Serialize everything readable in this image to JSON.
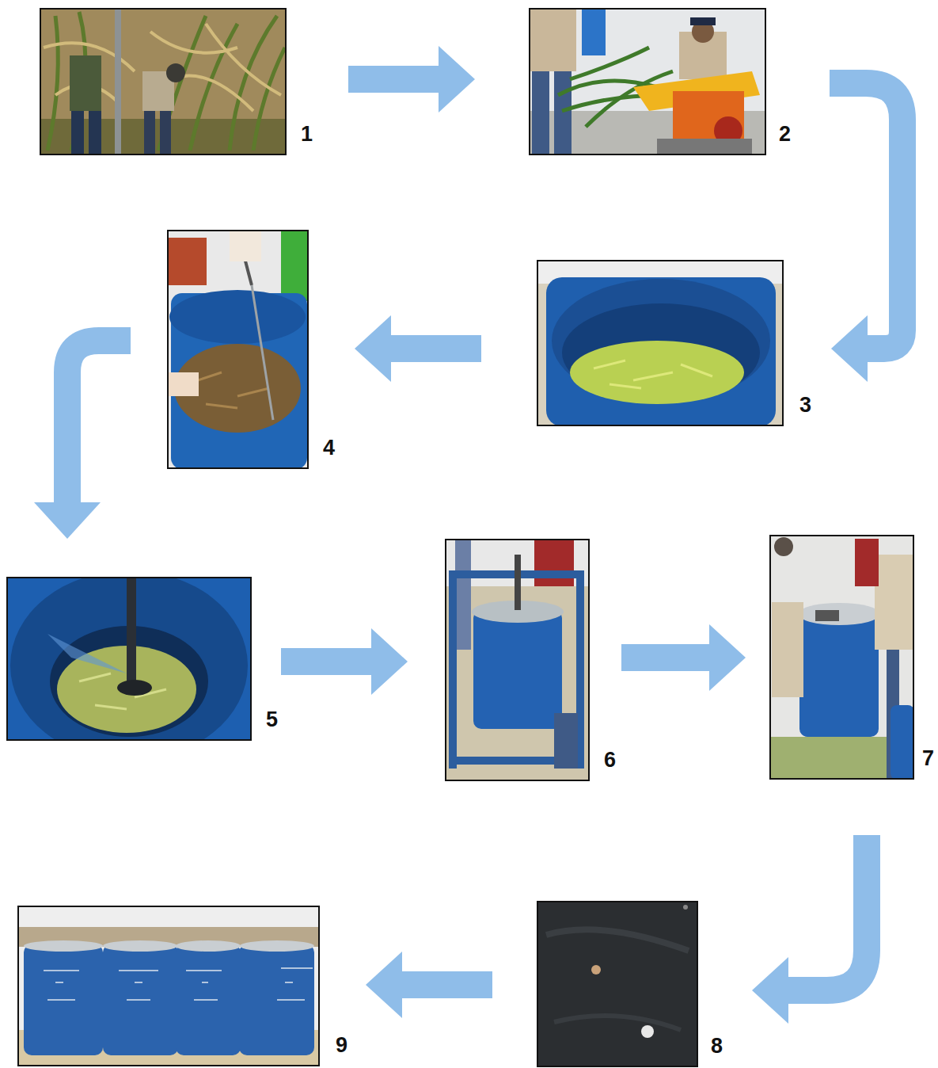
{
  "diagram": {
    "nodes": [
      {
        "text": [
          "1"
        ]
      },
      {
        "text": [
          "2"
        ]
      },
      {
        "text": [
          "3"
        ]
      },
      {
        "text": [
          "4"
        ]
      },
      {
        "text": [
          "5"
        ]
      },
      {
        "text": [
          "6"
        ]
      },
      {
        "text": [
          "7"
        ]
      },
      {
        "text": [
          "8"
        ]
      },
      {
        "text": [
          "9"
        ]
      }
    ],
    "edges": [
      {
        "from": 0,
        "to": 1,
        "arrow": "to"
      },
      {
        "from": 1,
        "to": 2,
        "arrow": "to"
      },
      {
        "from": 2,
        "to": 3,
        "arrow": "to"
      },
      {
        "from": 3,
        "to": 4,
        "arrow": "to"
      },
      {
        "from": 4,
        "to": 5,
        "arrow": "to"
      },
      {
        "from": 5,
        "to": 6,
        "arrow": "to"
      },
      {
        "from": 6,
        "to": 7,
        "arrow": "to"
      },
      {
        "from": 7,
        "to": 8,
        "arrow": "to"
      }
    ]
  }
}
